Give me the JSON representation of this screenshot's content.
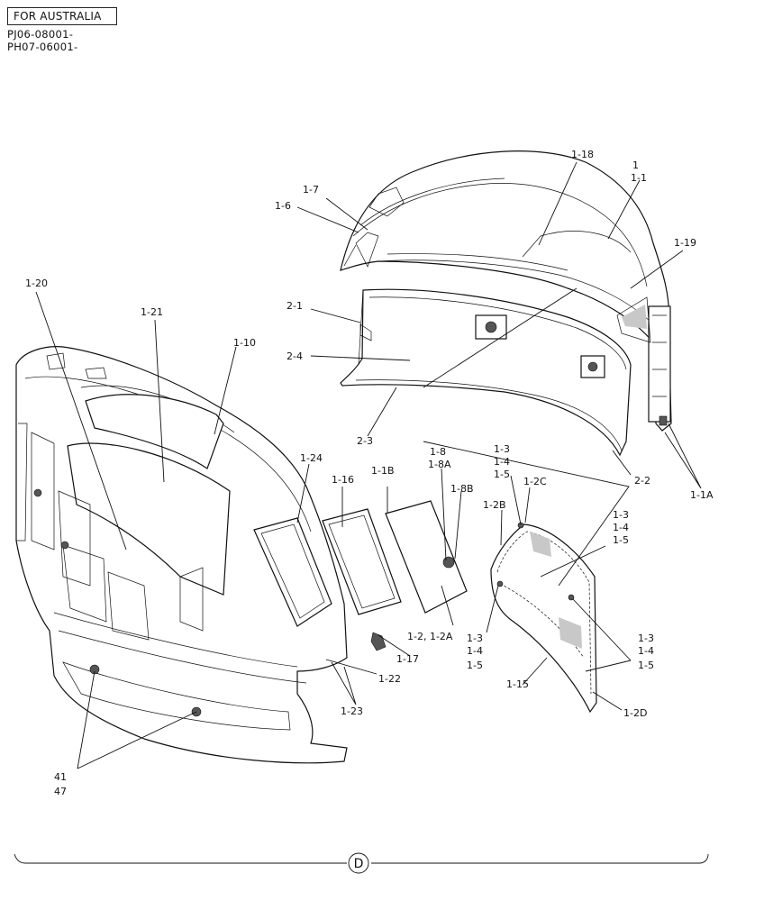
{
  "header": {
    "market": "FOR AUSTRALIA",
    "serials": [
      "PJ06-08001-",
      "PH07-06001-"
    ]
  },
  "footer": {
    "section_mark": "D"
  },
  "callouts": {
    "c1": "1",
    "c1_1": "1-1",
    "c1_18": "1-18",
    "c1_7": "1-7",
    "c1_6": "1-6",
    "c1_19": "1-19",
    "c2_1": "2-1",
    "c2_4": "2-4",
    "c2_3": "2-3",
    "c2_2": "2-2",
    "c1_1A": "1-1A",
    "c1_20": "1-20",
    "c1_21": "1-21",
    "c1_10": "1-10",
    "c1_24": "1-24",
    "c1_16": "1-16",
    "c1_1B": "1-1B",
    "c1_8": "1-8",
    "c1_8A": "1-8A",
    "c1_8B": "1-8B",
    "c1_2B": "1-2B",
    "c1_2C": "1-2C",
    "c1_3a": "1-3",
    "c1_4a": "1-4",
    "c1_5a": "1-5",
    "c1_3b": "1-3",
    "c1_4b": "1-4",
    "c1_5b": "1-5",
    "c1_3c": "1-3",
    "c1_4c": "1-4",
    "c1_5c": "1-5",
    "c1_3d": "1-3",
    "c1_4d": "1-4",
    "c1_5d": "1-5",
    "c1_2": "1-2, 1-2A",
    "c1_17": "1-17",
    "c1_22": "1-22",
    "c1_23": "1-23",
    "c1_15": "1-15",
    "c1_2D": "1-2D",
    "c41": "41",
    "c47": "47"
  }
}
